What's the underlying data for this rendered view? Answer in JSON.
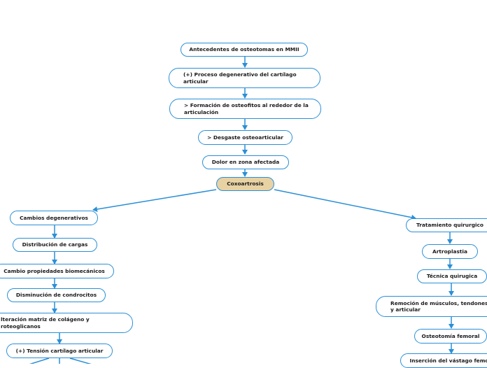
{
  "nodes": {
    "antecedentes": "Antecedentes de osteotomas en MMII",
    "proceso": "(+) Proceso degenerativo del cartílago articular",
    "formacion": "> Formación de osteofitos al rededor de la articulación",
    "desgaste": "> Desgaste osteoarticular",
    "dolor": "Dolor en zona afectada",
    "coxoartrosis": "Coxoartrosis",
    "cambios": "Cambios degenerativos",
    "distribucion": "Distribución de cargas",
    "cambio_prop": "Cambio propiedades biomecánicos",
    "disminucion": "Disminución de condrocitos",
    "alteracion": "lteración matriz de colágeno y roteoglicanos",
    "tension": "(+) Tensión cartílago articular",
    "tratamiento": "Tratamiento quirurgico",
    "artroplastia": "Artroplastia",
    "tecnica": "Técnica quirugica",
    "remocion": "Remoción de músculos, tendones y articular",
    "osteotomia": "Osteotomía femoral",
    "insercion": "Inserción del vástago femo"
  },
  "colors": {
    "edge": "#2b8fd6",
    "root_fill": "#e8d2a4"
  }
}
